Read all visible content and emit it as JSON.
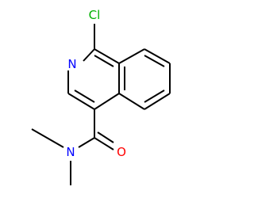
{
  "molecule": {
    "atoms": {
      "chlorine": {
        "symbol": "Cl",
        "color": "#00b000"
      },
      "ring_nitrogen": {
        "symbol": "N",
        "color": "#0000ff"
      },
      "amide_nitrogen": {
        "symbol": "N",
        "color": "#0000ff"
      },
      "carbonyl_oxygen": {
        "symbol": "O",
        "color": "#ff0000"
      }
    },
    "bond_color": "#000000"
  }
}
